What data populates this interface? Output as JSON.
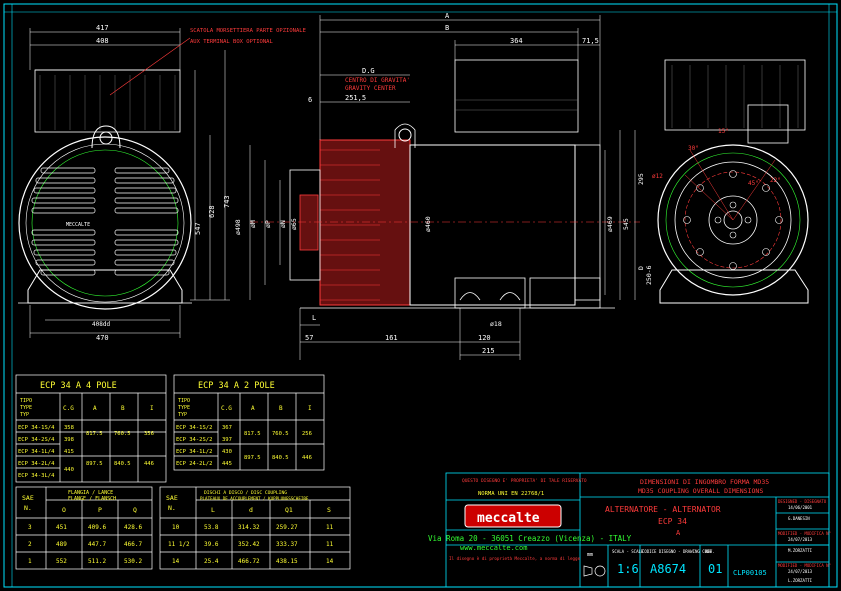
{
  "dimensions": {
    "top_417": "417",
    "top_408": "408",
    "A": "A",
    "B": "B",
    "d364": "364",
    "d71_5": "71,5",
    "DG": "D.G",
    "d251_5": "251,5",
    "d6": "6",
    "h547": "547",
    "h628": "628",
    "h743": "743",
    "phi498": "ø498",
    "phiM": "øM",
    "phiP": "øP",
    "phiN": "øN",
    "phi65": "ø65",
    "phi460": "ø460",
    "phi469": "ø469",
    "h545": "545",
    "h295": "295",
    "D250": "D",
    "d250_6": "250-6",
    "L": "L",
    "d57": "57",
    "d161": "161",
    "d120": "120",
    "d215": "215",
    "phi18": "ø18",
    "I": "I",
    "w408dd": "408dd",
    "w470": "470",
    "a30": "30°",
    "a15": "15°",
    "a22": "22°",
    "a45": "45°",
    "phi12": "ø12",
    "C": "C"
  },
  "notes": {
    "terminal_box_it": "SCATOLA MORSETTIERA PARTE OPZIONALE",
    "terminal_box_en": "AUX TERMINAL BOX OPTIONAL",
    "cog_it": "CENTRO DI GRAVITA'",
    "cog_en": "GRAVITY CENTER"
  },
  "table_4pole": {
    "title": "ECP 34  A     4  POLE",
    "headers": [
      "TIPO\nTYPE\nTYP",
      "C.G",
      "A",
      "B",
      "I"
    ],
    "rows": [
      [
        "ECP 34-1S/4",
        "358",
        "817.5",
        "760.5",
        "356"
      ],
      [
        "ECP 34-2S/4",
        "398",
        "",
        "",
        ""
      ],
      [
        "ECP 34-1L/4",
        "415",
        "",
        "",
        ""
      ],
      [
        "ECP 34-2L/4",
        "440",
        "897.5",
        "840.5",
        "446"
      ],
      [
        "ECP 34-3L/4",
        "",
        "",
        "",
        ""
      ]
    ]
  },
  "table_2pole": {
    "title": "ECP 34  A     2  POLE",
    "headers": [
      "TIPO\nTYPE\nTYP",
      "C.G",
      "A",
      "B",
      "I"
    ],
    "rows": [
      [
        "ECP 34-1S/2",
        "367",
        "817.5",
        "760.5",
        "256"
      ],
      [
        "ECP 34-2S/2",
        "397",
        "",
        "",
        ""
      ],
      [
        "ECP 34-1L/2",
        "430",
        "897.5",
        "840.5",
        "446"
      ],
      [
        "ECP 24-2L/2",
        "445",
        "",
        "",
        ""
      ]
    ]
  },
  "table_flange": {
    "headers": [
      "SAE\nN.",
      "O",
      "P",
      "Q"
    ],
    "group": "FLANGIA / LANCE\nFLANGE / FLANSCH",
    "rows": [
      [
        "3",
        "451",
        "409.6",
        "428.6"
      ],
      [
        "2",
        "489",
        "447.7",
        "466.7"
      ],
      [
        "1",
        "552",
        "511.2",
        "530.2"
      ]
    ]
  },
  "table_coupling": {
    "headers": [
      "SAE\nN.",
      "L",
      "d",
      "Q1",
      "S"
    ],
    "group": "DISCHI A DISCO / DISC COUPLING\nPLATEAUX DE ACCOUPLEMENT / KUPPLUNGSSCHEIBE",
    "rows": [
      [
        "10",
        "53.8",
        "314.32",
        "259.27",
        "11"
      ],
      [
        "11 1/2",
        "39.6",
        "352.42",
        "333.37",
        "11"
      ],
      [
        "14",
        "25.4",
        "466.72",
        "438.15",
        "14"
      ]
    ]
  },
  "titleblock": {
    "copyright": "QUESTO DISEGNO E' PROPRIETA' DI TALE RISERVATO",
    "tolerance": "NORMA UNI EN 22768/1",
    "logo": "meccalte",
    "address": "Via Roma 20 - 36051 Creazzo (Vicenza) - ITALY",
    "web": "www.meccalte.com",
    "disclaimer": "Il disegno è di proprietà Meccalte, a norma di legge",
    "dimensions_it": "DIMENSIONI DI INGOMBRO FORMA MD35",
    "dimensions_en": "MD35 COUPLING OVERALL DIMENSIONS",
    "part_it": "ALTERNATORE - ALTERNATOR",
    "part_model": "ECP 34",
    "part_variant": "A",
    "scale_label": "SCALA - SCALE",
    "scale": "1:6",
    "drawing_label": "CODICE DISEGNO - DRAWING CODE",
    "drawing_code": "A8674",
    "rev_label": "REV.",
    "rev": "01",
    "sheet": "CLP00105",
    "first_angle": "mm",
    "rev_history": [
      {
        "label": "DESIGNED - DISEGNATO",
        "date": "14/06/2001",
        "name": "G.DANESIN"
      },
      {
        "label": "MODIFIED - MODIFICA N°",
        "date": "24/07/2013",
        "name": "M.ZORZATTI"
      },
      {
        "label": "MODIFIED - MODIFICA N°",
        "date": "24/07/2013",
        "name": "L.ZORZATTI"
      }
    ]
  }
}
